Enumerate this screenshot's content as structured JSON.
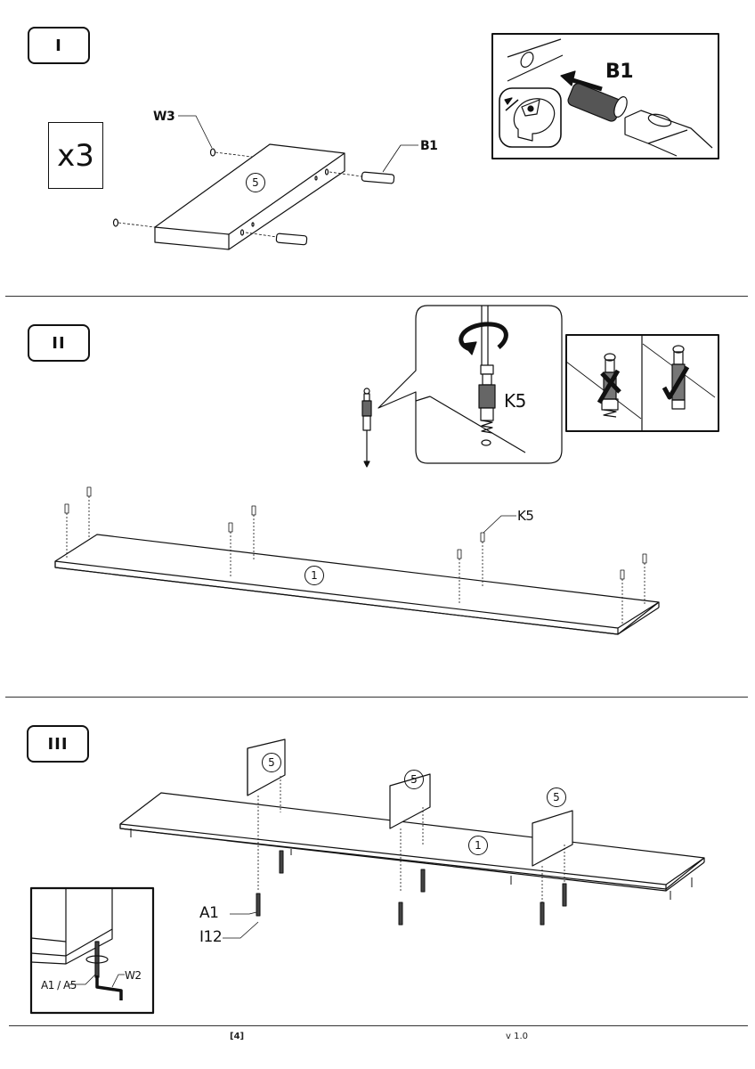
{
  "document": {
    "type": "assembly-instructions-page",
    "page_number": "[4]",
    "version": "v 1.0"
  },
  "steps": [
    {
      "number": "I",
      "quantity": "x3",
      "part_number": "5",
      "callouts": [
        "W3",
        "B1"
      ],
      "detail": {
        "label": "B1",
        "icons": [
          "safety-goggles-icon",
          "insert-arrow-icon",
          "dowel-icon"
        ]
      }
    },
    {
      "number": "II",
      "part_number": "1",
      "callouts": [
        "K5"
      ],
      "detail": {
        "label": "K5",
        "icons": [
          "rotate-arrow-icon",
          "cam-bolt-icon"
        ]
      },
      "check_panel": {
        "wrong_icon": "cross-mark-icon",
        "right_icon": "check-mark-icon"
      }
    },
    {
      "number": "III",
      "part_number": "1",
      "side_parts": [
        "5",
        "5",
        "5"
      ],
      "callouts": [
        "A1",
        "I12"
      ],
      "detail": {
        "labels": [
          "A1 / A5",
          "W2"
        ],
        "icons": [
          "adjustable-foot-icon",
          "allen-key-icon"
        ]
      }
    }
  ]
}
